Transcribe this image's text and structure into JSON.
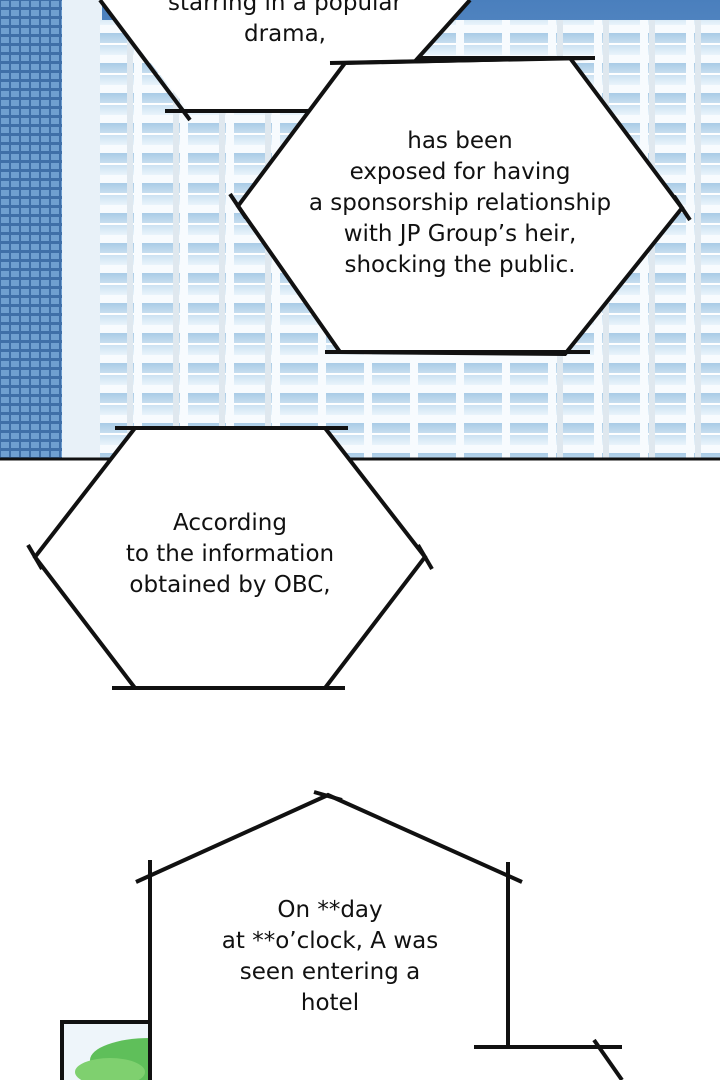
{
  "panel_1": {
    "caption_top": [
      "starring in a popular",
      "drama,"
    ],
    "caption_hex": [
      "has been",
      "exposed for having",
      "a sponsorship relationship",
      "with JP Group’s heir,",
      "shocking the public."
    ]
  },
  "panel_2": {
    "caption_hex": [
      "According",
      "to the information",
      "obtained by OBC,"
    ]
  },
  "panel_3": {
    "caption_house": [
      "On **day",
      "at **o’clock, A was",
      "seen entering a",
      "hotel"
    ]
  },
  "colors": {
    "sky": "#5a8fc8",
    "glass": "#c6dff0",
    "outline": "#111111",
    "foliage": "#5fbf5a"
  }
}
